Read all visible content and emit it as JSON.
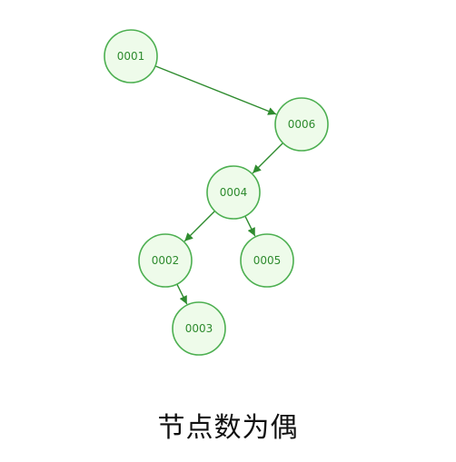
{
  "diagram": {
    "nodes": [
      {
        "id": "n1",
        "label": "0001"
      },
      {
        "id": "n6",
        "label": "0006"
      },
      {
        "id": "n4",
        "label": "0004"
      },
      {
        "id": "n2",
        "label": "0002"
      },
      {
        "id": "n5",
        "label": "0005"
      },
      {
        "id": "n3",
        "label": "0003"
      }
    ],
    "edges": [
      {
        "from": "n1",
        "to": "n6"
      },
      {
        "from": "n6",
        "to": "n4"
      },
      {
        "from": "n4",
        "to": "n2"
      },
      {
        "from": "n4",
        "to": "n5"
      },
      {
        "from": "n2",
        "to": "n3"
      }
    ],
    "colors": {
      "node_fill": "#eefbea",
      "node_stroke": "#4caf50",
      "edge": "#2e8b2e",
      "label": "#2e8b2e"
    }
  },
  "caption": "节点数为偶"
}
